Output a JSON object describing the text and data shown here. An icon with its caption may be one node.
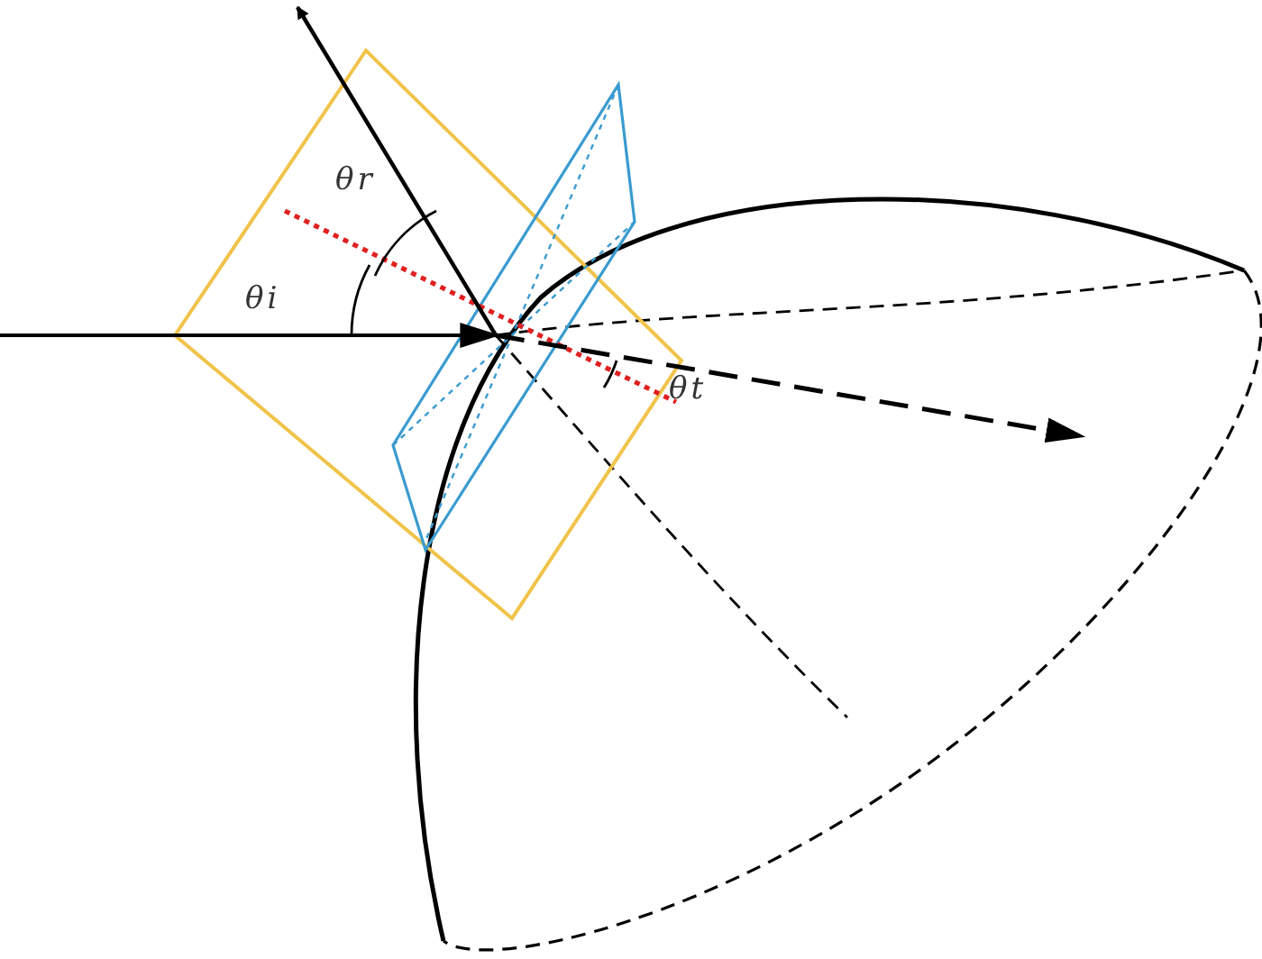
{
  "diagram": {
    "labels": [
      "θr",
      "θi",
      "θt"
    ]
  }
}
